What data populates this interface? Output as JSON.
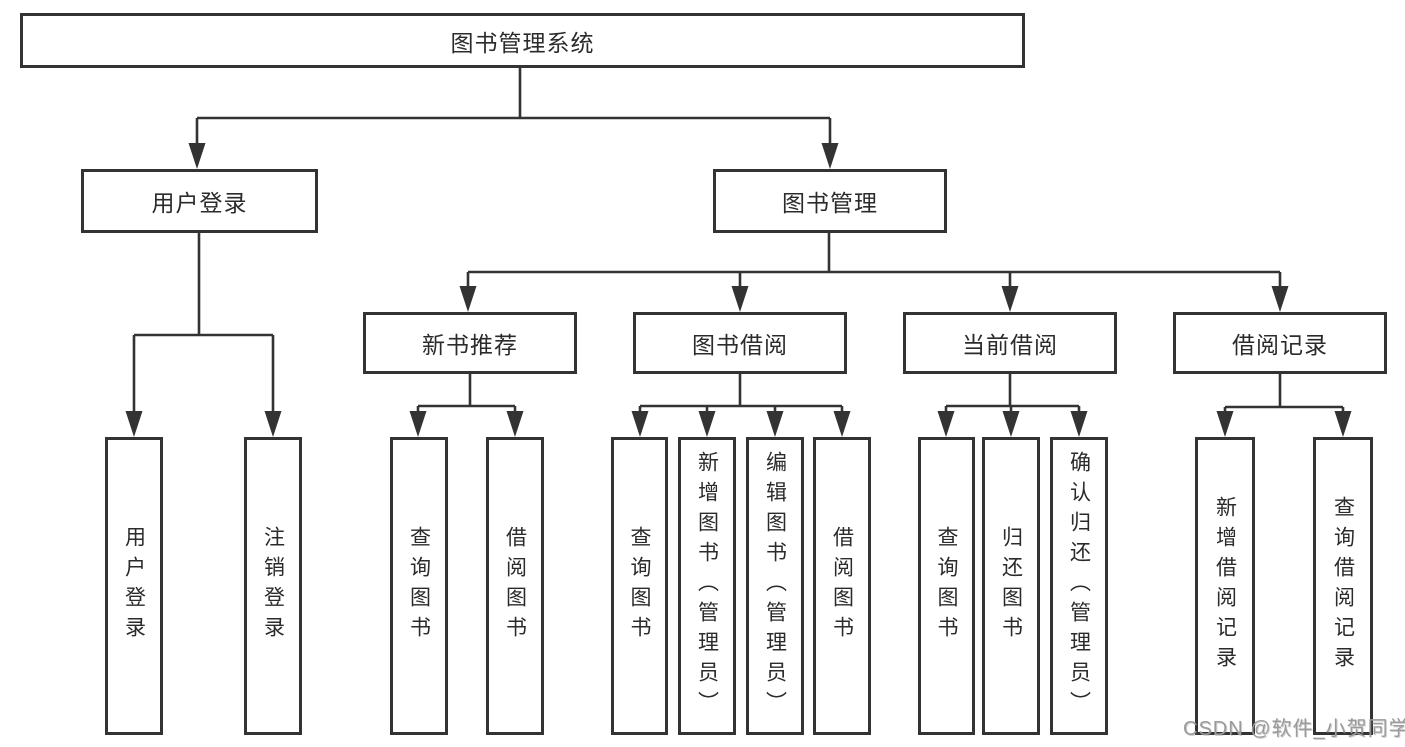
{
  "diagram": {
    "root": "图书管理系统",
    "level2": {
      "user_login": "用户登录",
      "book_management": "图书管理"
    },
    "level3": {
      "new_book_recommendation": "新书推荐",
      "book_borrowing": "图书借阅",
      "current_borrowing": "当前借阅",
      "borrowing_records": "借阅记录"
    },
    "leaves": {
      "user_login": "用户登录",
      "logout": "注销登录",
      "rec_query_books": "查询图书",
      "rec_borrow_books": "借阅图书",
      "bor_query_books": "查询图书",
      "bor_add_books": "新增图书（管理员）",
      "bor_edit_books": "编辑图书（管理员）",
      "bor_borrow_books": "借阅图书",
      "cur_query_books": "查询图书",
      "cur_return_books": "归还图书",
      "cur_confirm_return": "确认归还（管理员）",
      "rcd_add_record": "新增借阅记录",
      "rcd_query_record": "查询借阅记录"
    }
  },
  "watermark": "CSDN @软件_小贺同学",
  "colors": {
    "line": "#333333",
    "box_border": "#333333",
    "text": "#2b2b2b",
    "watermark": "#9b9b9b",
    "background": "#ffffff"
  }
}
